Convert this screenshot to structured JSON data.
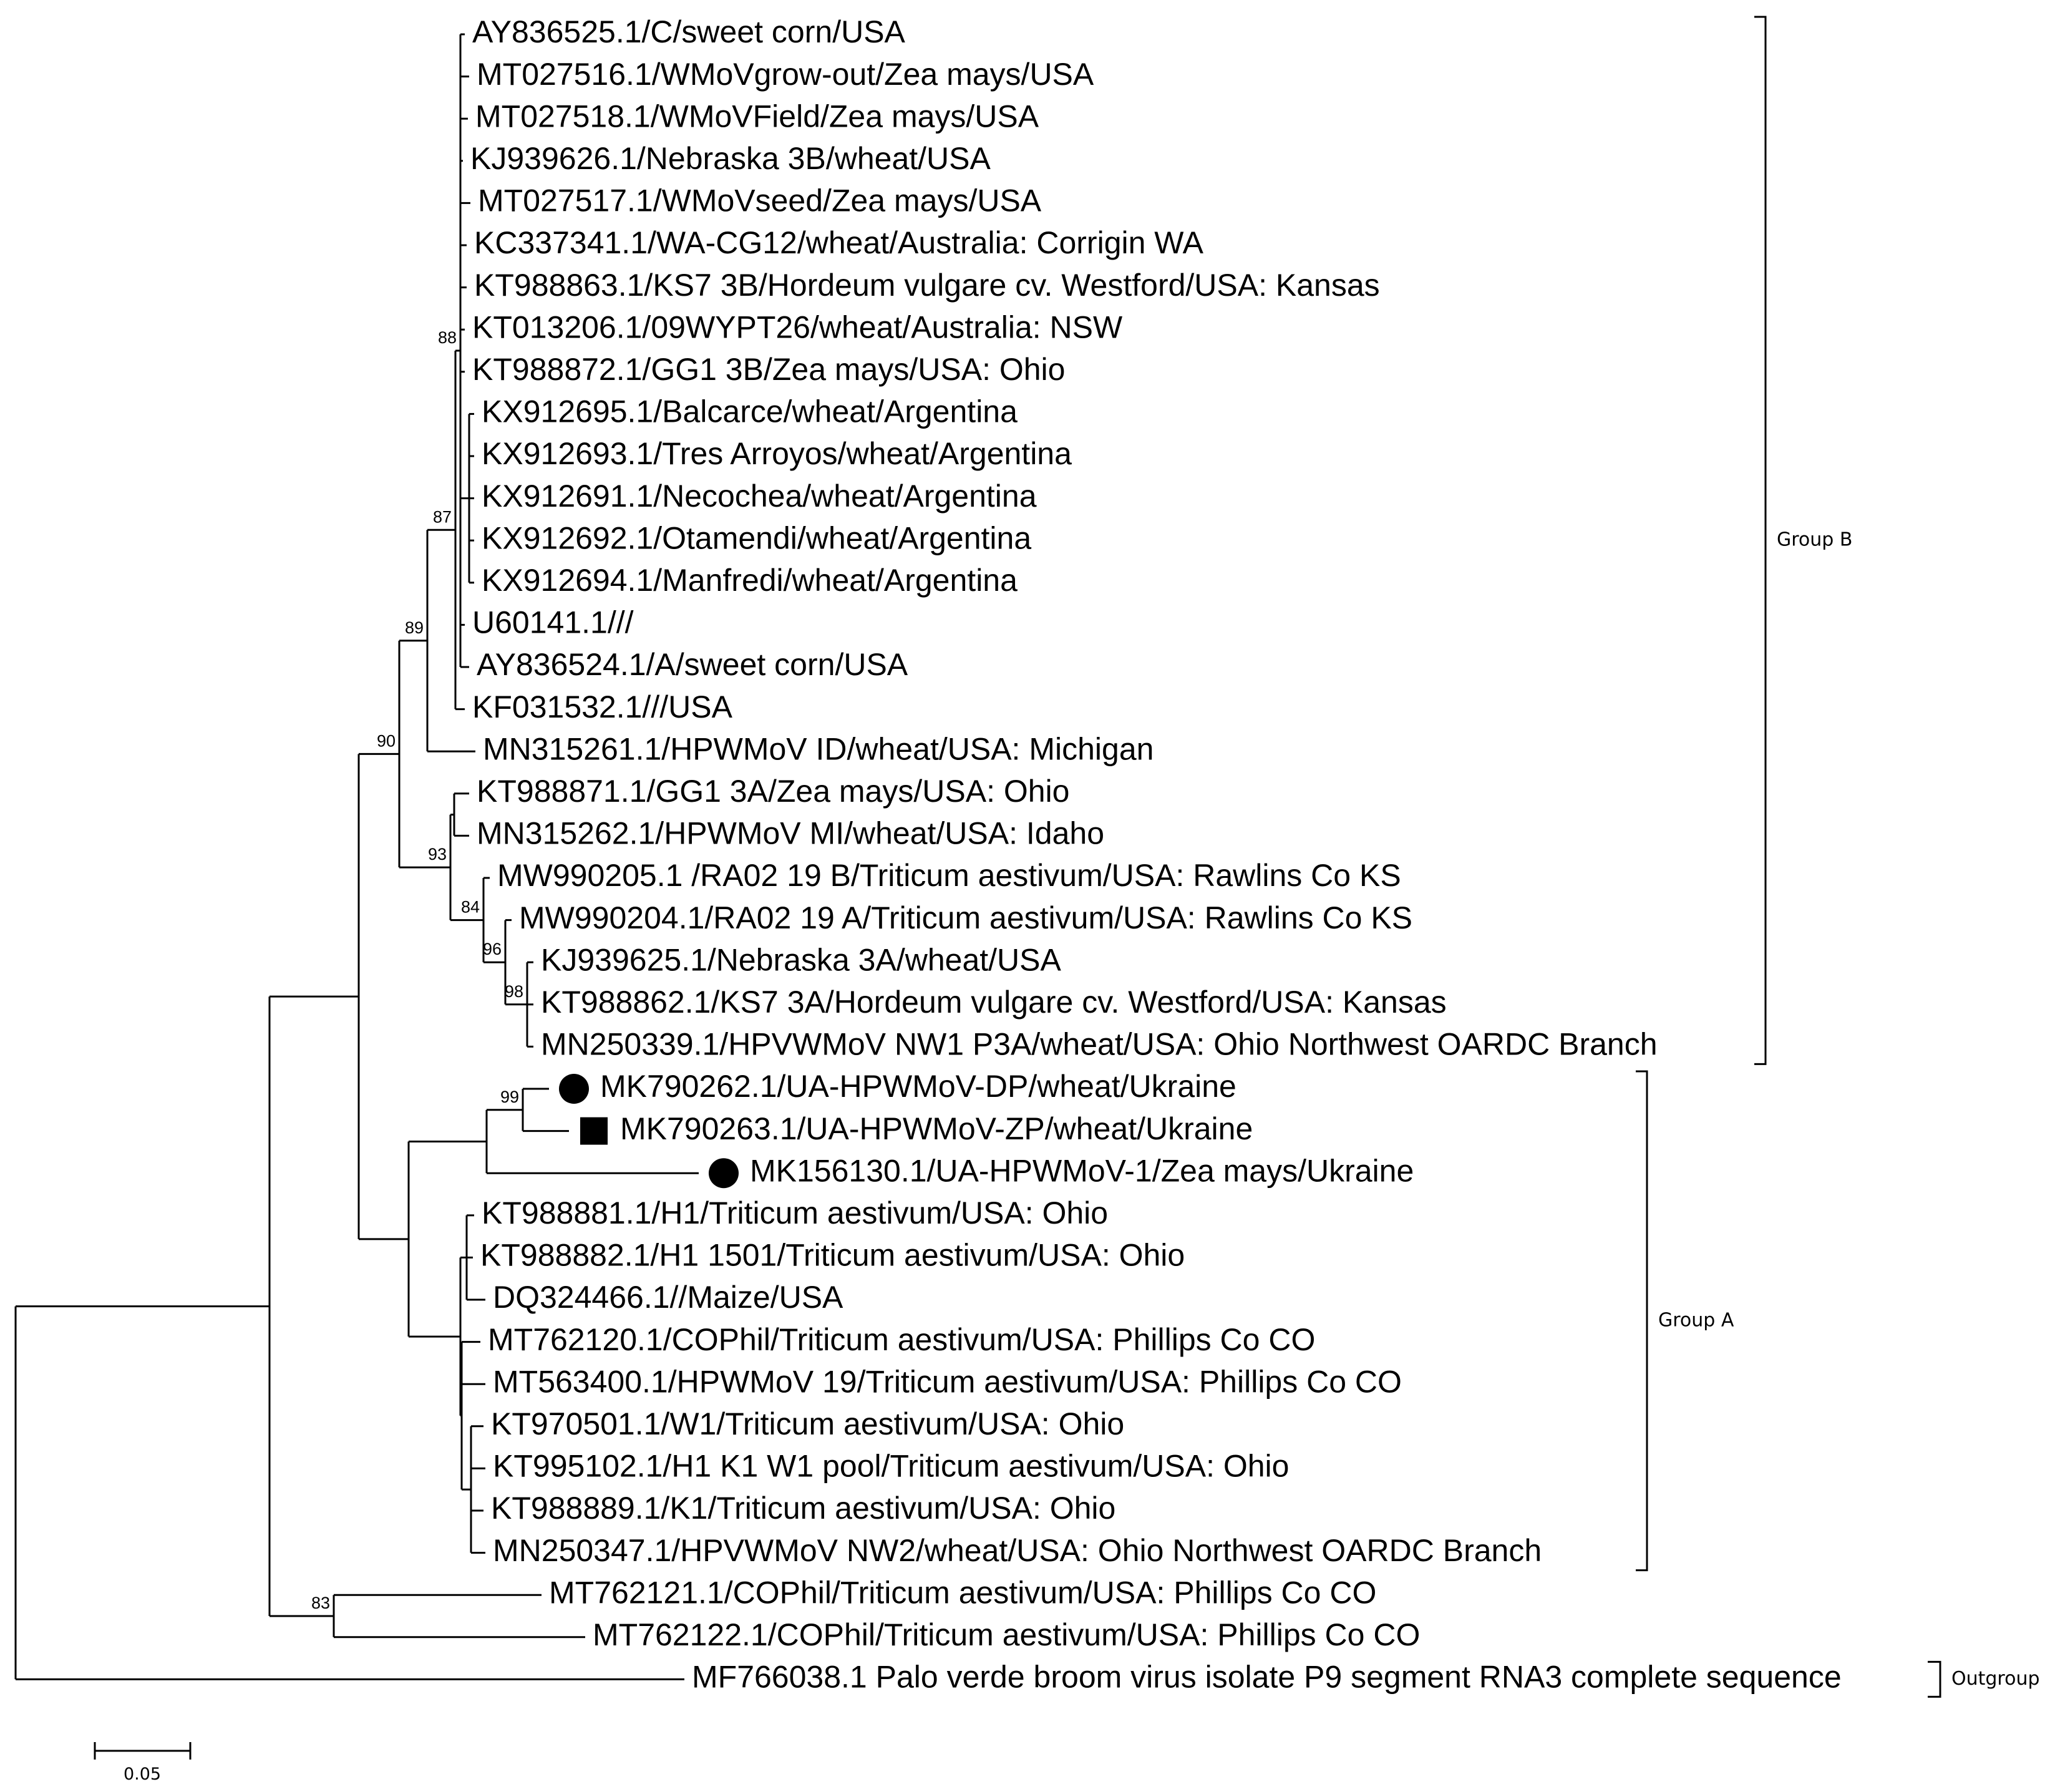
{
  "tree": {
    "taxa": [
      {
        "id": "t1",
        "label": "AY836525.1/C/sweet corn/USA"
      },
      {
        "id": "t2",
        "label": "MT027516.1/WMoVgrow-out/Zea mays/USA"
      },
      {
        "id": "t3",
        "label": "MT027518.1/WMoVField/Zea mays/USA"
      },
      {
        "id": "t4",
        "label": "KJ939626.1/Nebraska 3B/wheat/USA"
      },
      {
        "id": "t5",
        "label": "MT027517.1/WMoVseed/Zea mays/USA"
      },
      {
        "id": "t6",
        "label": "KC337341.1/WA-CG12/wheat/Australia: Corrigin WA"
      },
      {
        "id": "t7",
        "label": "KT988863.1/KS7 3B/Hordeum vulgare cv. Westford/USA: Kansas"
      },
      {
        "id": "t8",
        "label": "KT013206.1/09WYPT26/wheat/Australia: NSW"
      },
      {
        "id": "t9",
        "label": "KT988872.1/GG1 3B/Zea mays/USA: Ohio"
      },
      {
        "id": "t10",
        "label": "KX912695.1/Balcarce/wheat/Argentina"
      },
      {
        "id": "t11",
        "label": "KX912693.1/Tres Arroyos/wheat/Argentina"
      },
      {
        "id": "t12",
        "label": "KX912691.1/Necochea/wheat/Argentina"
      },
      {
        "id": "t13",
        "label": "KX912692.1/Otamendi/wheat/Argentina"
      },
      {
        "id": "t14",
        "label": "KX912694.1/Manfredi/wheat/Argentina"
      },
      {
        "id": "t15",
        "label": "U60141.1///"
      },
      {
        "id": "t16",
        "label": "AY836524.1/A/sweet corn/USA"
      },
      {
        "id": "t17",
        "label": "KF031532.1///USA"
      },
      {
        "id": "t18",
        "label": "MN315261.1/HPWMoV ID/wheat/USA: Michigan"
      },
      {
        "id": "t19",
        "label": "KT988871.1/GG1 3A/Zea mays/USA: Ohio"
      },
      {
        "id": "t20",
        "label": "MN315262.1/HPWMoV MI/wheat/USA: Idaho"
      },
      {
        "id": "t21",
        "label": "MW990205.1 /RA02 19 B/Triticum aestivum/USA: Rawlins Co KS"
      },
      {
        "id": "t22",
        "label": "MW990204.1/RA02 19 A/Triticum aestivum/USA: Rawlins Co KS"
      },
      {
        "id": "t23",
        "label": "KJ939625.1/Nebraska 3A/wheat/USA"
      },
      {
        "id": "t24",
        "label": "KT988862.1/KS7 3A/Hordeum vulgare cv. Westford/USA: Kansas"
      },
      {
        "id": "t25",
        "label": "MN250339.1/HPVWMoV NW1 P3A/wheat/USA: Ohio Northwest OARDC Branch"
      },
      {
        "id": "t26",
        "label": "MK790262.1/UA-HPWMoV-DP/wheat/Ukraine",
        "marker": "circle"
      },
      {
        "id": "t27",
        "label": "MK790263.1/UA-HPWMoV-ZP/wheat/Ukraine",
        "marker": "square"
      },
      {
        "id": "t28",
        "label": "MK156130.1/UA-HPWMoV-1/Zea mays/Ukraine",
        "marker": "circle"
      },
      {
        "id": "t29",
        "label": "KT988881.1/H1/Triticum aestivum/USA: Ohio"
      },
      {
        "id": "t30",
        "label": "KT988882.1/H1 1501/Triticum aestivum/USA: Ohio"
      },
      {
        "id": "t31",
        "label": "DQ324466.1//Maize/USA"
      },
      {
        "id": "t32",
        "label": "MT762120.1/COPhil/Triticum aestivum/USA: Phillips Co CO"
      },
      {
        "id": "t33",
        "label": "MT563400.1/HPWMoV 19/Triticum aestivum/USA: Phillips Co CO"
      },
      {
        "id": "t34",
        "label": "KT970501.1/W1/Triticum aestivum/USA: Ohio"
      },
      {
        "id": "t35",
        "label": "KT995102.1/H1 K1 W1 pool/Triticum aestivum/USA: Ohio"
      },
      {
        "id": "t36",
        "label": "KT988889.1/K1/Triticum aestivum/USA: Ohio"
      },
      {
        "id": "t37",
        "label": "MN250347.1/HPVWMoV NW2/wheat/USA: Ohio Northwest OARDC Branch"
      },
      {
        "id": "t38",
        "label": "MT762121.1/COPhil/Triticum aestivum/USA: Phillips Co CO"
      },
      {
        "id": "t39",
        "label": "MT762122.1/COPhil/Triticum aestivum/USA: Phillips Co CO"
      },
      {
        "id": "t40",
        "label": "MF766038.1 Palo verde broom virus isolate P9 segment RNA3 complete sequence"
      }
    ],
    "bootstrap_values": [
      "88",
      "87",
      "89",
      "90",
      "93",
      "84",
      "96",
      "98",
      "99",
      "83"
    ],
    "groups": [
      {
        "id": "group-b",
        "label": "Group B",
        "first_taxon": "t1",
        "last_taxon": "t25"
      },
      {
        "id": "group-a",
        "label": "Group A",
        "first_taxon": "t26",
        "last_taxon": "t37"
      },
      {
        "id": "outgroup",
        "label": "Outgroup",
        "first_taxon": "t40",
        "last_taxon": "t40"
      }
    ],
    "scale_bar": {
      "label": "0.05"
    }
  }
}
